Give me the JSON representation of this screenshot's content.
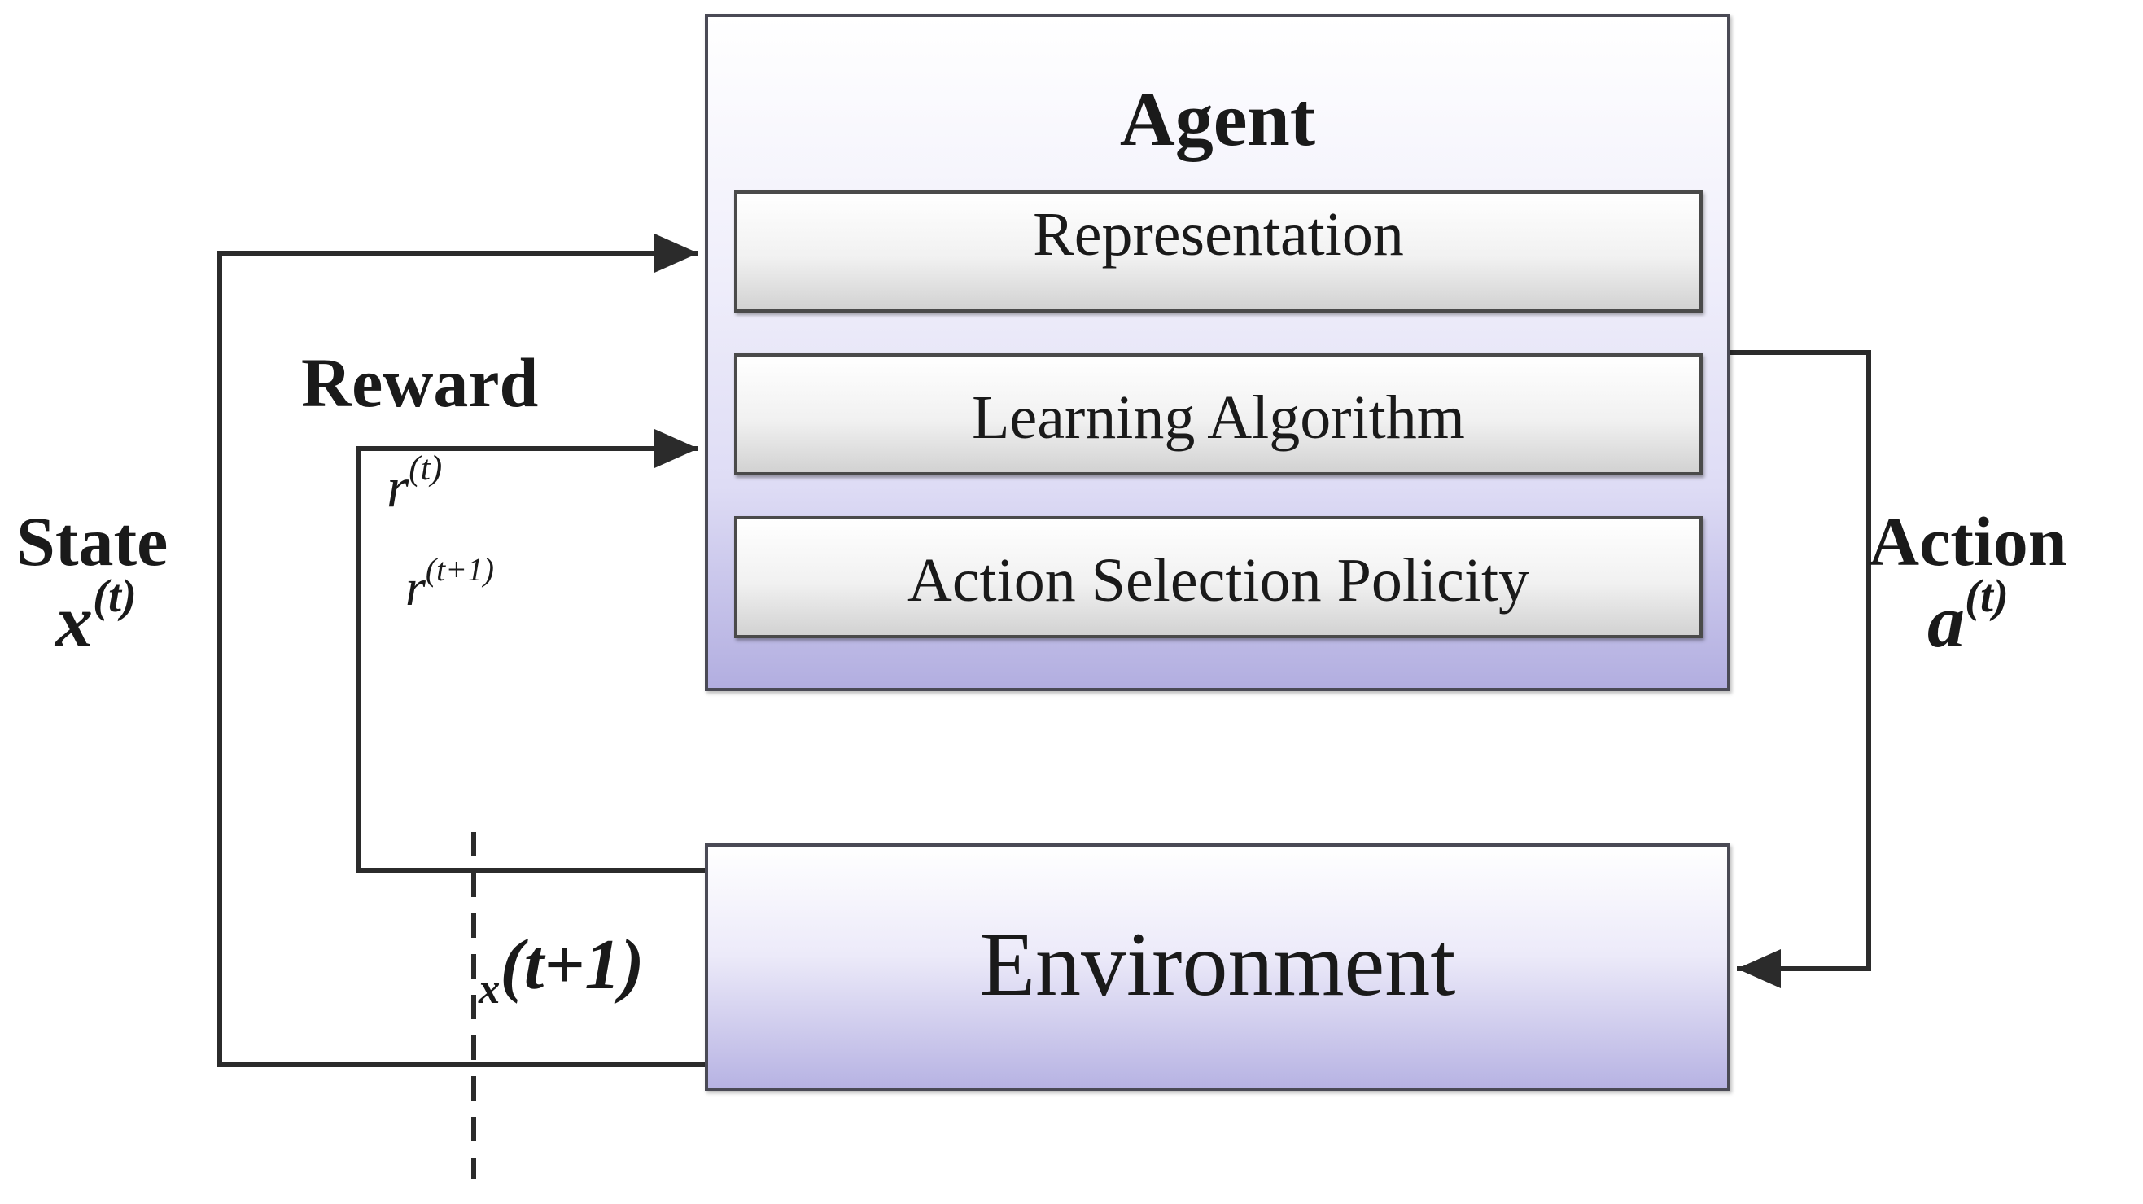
{
  "agent": {
    "title": "Agent",
    "modules": [
      "Representation",
      "Learning Algorithm",
      "Action Selection Policity"
    ]
  },
  "environment": {
    "label": "Environment"
  },
  "state": {
    "label": "State",
    "var": "x",
    "sup": "(t)"
  },
  "action": {
    "label": "Action",
    "var": "a",
    "sup": "(t)"
  },
  "reward": {
    "label": "Reward",
    "r_t": {
      "var": "r",
      "sup": "(t)"
    },
    "r_t1": {
      "var": "r",
      "sup": "(t+1)"
    }
  },
  "next_state": {
    "var": "x",
    "text": "(t+1)"
  },
  "colors": {
    "line": "#2b2b2b",
    "agent_fill": "#b2aee0",
    "env_fill": "#b7b3e3"
  }
}
